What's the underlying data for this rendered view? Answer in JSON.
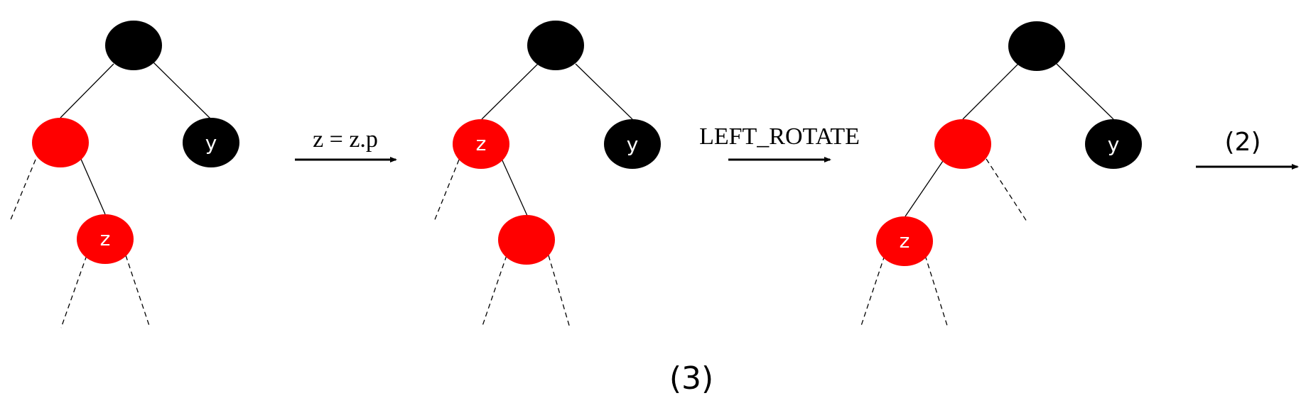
{
  "colors": {
    "red_node": "#ff0000",
    "black_node": "#000000",
    "node_text": "#ffffff"
  },
  "steps": [
    {
      "labels": {
        "right_child": "y",
        "grandchild": "z"
      }
    },
    {
      "labels": {
        "right_child": "y",
        "left_child": "z"
      }
    },
    {
      "labels": {
        "right_child": "y",
        "left_grandchild": "z"
      }
    }
  ],
  "arrows": [
    {
      "label": "z = z.p"
    },
    {
      "label": "LEFT_ROTATE"
    },
    {
      "label": "(2)"
    }
  ],
  "caption": "(3)"
}
